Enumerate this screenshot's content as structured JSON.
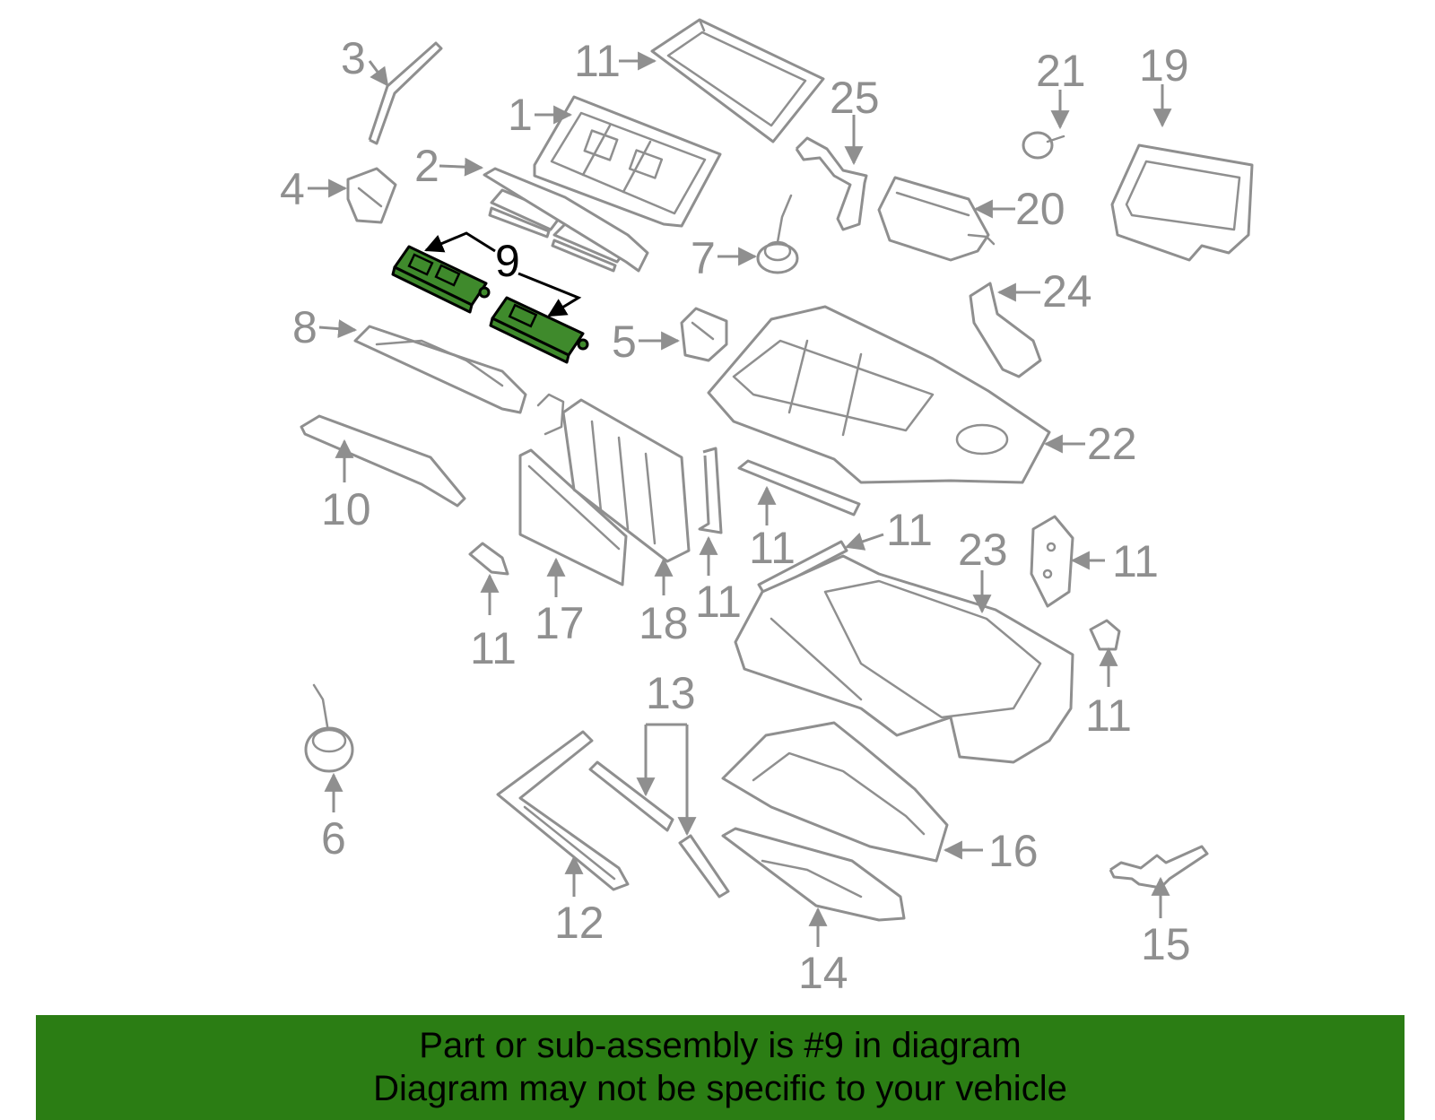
{
  "colors": {
    "line_art": "#8f8f8f",
    "highlight_fill": "#3f8a2c",
    "banner_background": "#2b7d14",
    "text_highlight": "#000000"
  },
  "callouts": {
    "c1": "1",
    "c2": "2",
    "c3": "3",
    "c4": "4",
    "c5": "5",
    "c6": "6",
    "c7": "7",
    "c8": "8",
    "c9": "9",
    "c10": "10",
    "c11a": "11",
    "c11b": "11",
    "c11c": "11",
    "c11d": "11",
    "c11e": "11",
    "c11f": "11",
    "c11g": "11",
    "c12": "12",
    "c13": "13",
    "c14": "14",
    "c15": "15",
    "c16": "16",
    "c17": "17",
    "c18": "18",
    "c19": "19",
    "c20": "20",
    "c21": "21",
    "c22": "22",
    "c23": "23",
    "c24": "24",
    "c25": "25"
  },
  "highlighted_part": "9",
  "banner": {
    "line1": "Part or sub-assembly is #9 in diagram",
    "line2": "Diagram may not be specific to your vehicle"
  }
}
